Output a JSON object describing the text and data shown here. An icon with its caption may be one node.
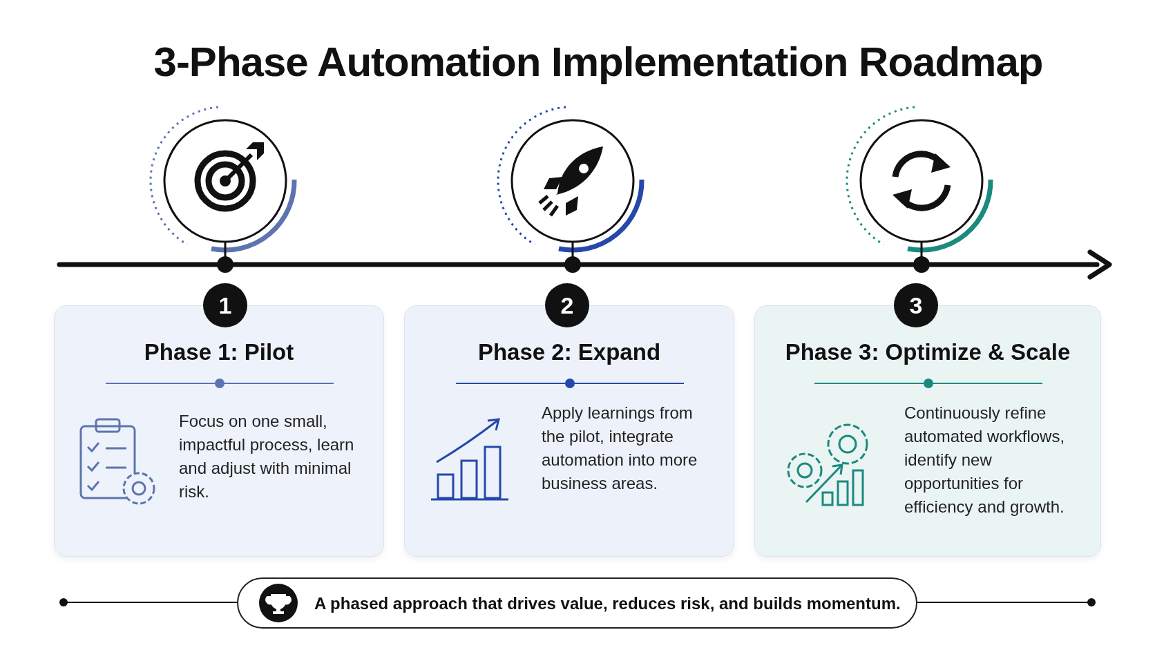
{
  "diagram": {
    "title": "3-Phase Automation Implementation Roadmap",
    "nodes": [
      {
        "text": [
          "1"
        ]
      },
      {
        "text": [
          "Phase 1: Pilot",
          "Focus on one small, impactful process, learn and adjust with minimal risk."
        ]
      },
      {
        "text": [
          "2"
        ]
      },
      {
        "text": [
          "Phase 2: Expand",
          "Apply learnings from the pilot, integrate automation into more business areas."
        ]
      },
      {
        "text": [
          "3"
        ]
      },
      {
        "text": [
          "Phase 3: Optimize & Scale",
          "Continuously refine automated workflows, identify new opportunities for efficiency and growth."
        ]
      },
      {
        "text": [
          "A phased approach that drives value, reduces risk, and builds momentum."
        ]
      }
    ]
  }
}
